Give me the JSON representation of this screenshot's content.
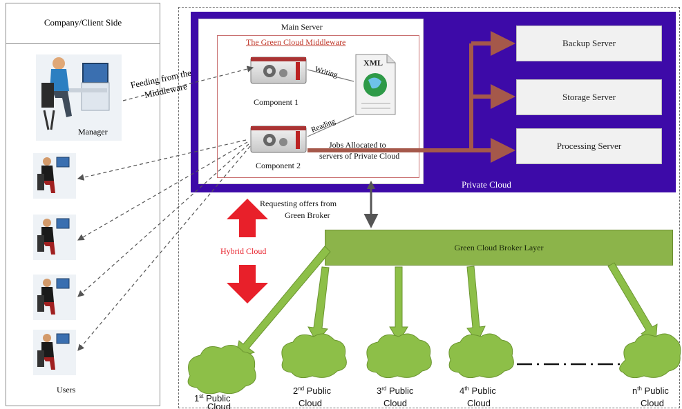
{
  "client_side": {
    "title": "Company/Client Side",
    "manager_label": "Manager",
    "users_label": "Users",
    "feeding_label_1": "Feeding from the",
    "feeding_label_2": "Middleware"
  },
  "main_server": {
    "title": "Main Server",
    "middleware_title": "The Green Cloud Middleware",
    "component1": "Component 1",
    "component2": "Component 2",
    "writing": "Writing",
    "reading": "Reading",
    "xml": "XML",
    "jobs_label_1": "Jobs Allocated to",
    "jobs_label_2": "servers of Private Cloud"
  },
  "private_cloud": {
    "label": "Private Cloud",
    "servers": [
      "Backup Server",
      "Storage Server",
      "Processing Server"
    ]
  },
  "requesting": {
    "line1": "Requesting offers from",
    "line2": "Green Broker"
  },
  "hybrid_cloud": "Hybrid Cloud",
  "broker": "Green Cloud Broker Layer",
  "public_clouds": [
    {
      "ord": "1",
      "sup": "st",
      "word": "Public",
      "line2": "Cloud"
    },
    {
      "ord": "2",
      "sup": "nd",
      "word": "Public",
      "line2": "Cloud"
    },
    {
      "ord": "3",
      "sup": "rd",
      "word": "Public",
      "line2": "Cloud"
    },
    {
      "ord": "4",
      "sup": "th",
      "word": "Public",
      "line2": "Cloud"
    },
    {
      "ord": "n",
      "sup": "th",
      "word": "Public",
      "line2": "Cloud"
    }
  ],
  "colors": {
    "private_cloud": "#3d0aa8",
    "broker": "#8cb44a",
    "hybrid_arrow": "#e8202a",
    "job_arrow": "#a5584a",
    "cloud": "#8dbf48"
  }
}
